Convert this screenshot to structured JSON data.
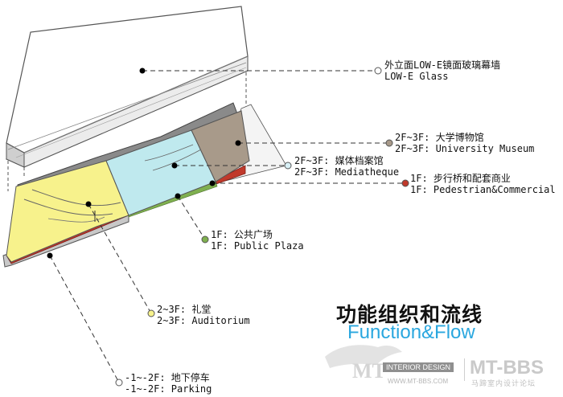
{
  "title": {
    "cn": "功能组织和流线",
    "en": "Function&Flow"
  },
  "callouts": {
    "glass": {
      "cn": "外立面LOW-E镜面玻璃幕墙",
      "en": "LOW-E Glass"
    },
    "museum": {
      "cn": "2F~3F: 大学博物馆",
      "en": "2F~3F: University Museum"
    },
    "mediatheque": {
      "cn": "2F~3F: 媒体档案馆",
      "en": "2F~3F: Mediatheque"
    },
    "commercial": {
      "cn": "1F: 步行桥和配套商业",
      "en": "1F: Pedestrian&Commercial"
    },
    "plaza": {
      "cn": "1F: 公共广场",
      "en": "1F: Public Plaza"
    },
    "auditorium": {
      "cn": "2~3F: 礼堂",
      "en": "2~3F: Auditorium"
    },
    "parking": {
      "cn": "-1~-2F: 地下停车",
      "en": "-1~-2F: Parking"
    }
  },
  "zone_colors": {
    "auditorium": "#f7f28c",
    "mediatheque": "#bfe9ee",
    "museum": "#a89a8a",
    "commercial": "#c0392b",
    "plaza": "#7fb04f",
    "parking": "#b8b8b8"
  },
  "marker_colors": {
    "glass": "#ffffff",
    "museum": "#a89a8a",
    "mediatheque": "#d8f0f6",
    "commercial": "#c0392b",
    "plaza": "#7fb04f",
    "auditorium": "#f7f28c",
    "parking": "#ffffff"
  },
  "watermark": {
    "left": "MT",
    "badge": "INTERIOR DESIGN",
    "url": "WWW.MT-BBS.COM",
    "right": "MT-BBS",
    "right_sub": "马蹄室内设计论坛"
  }
}
